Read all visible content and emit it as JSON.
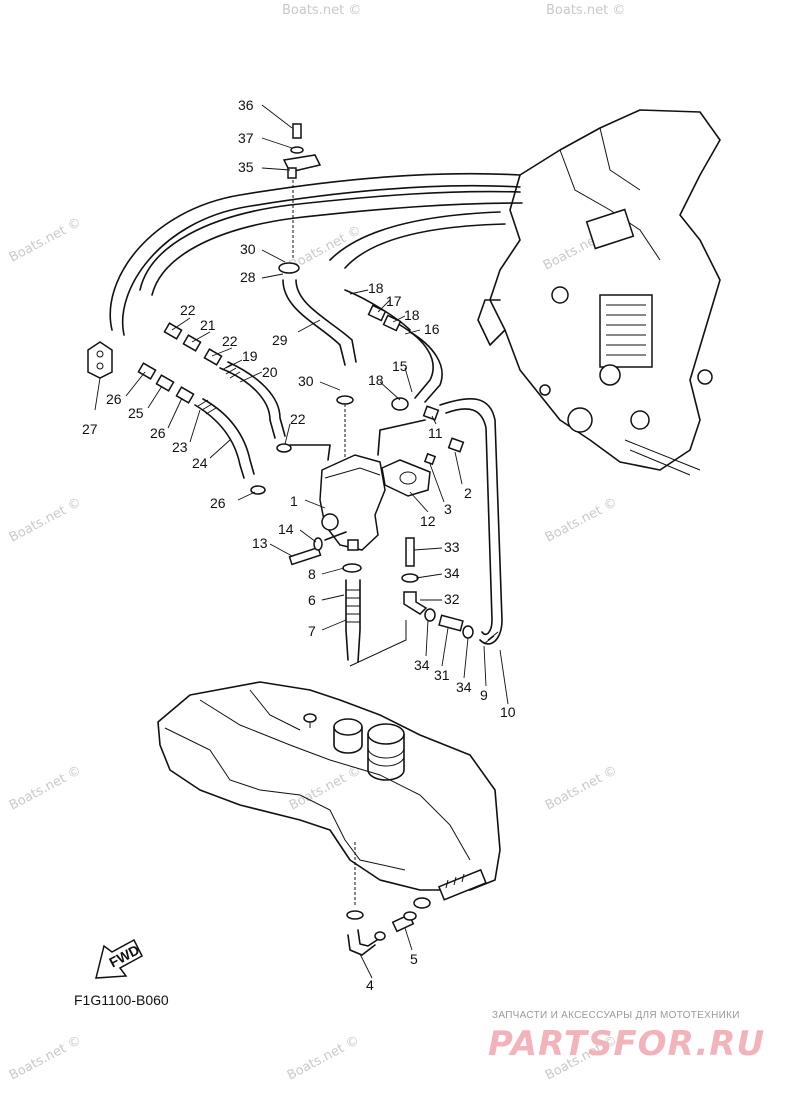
{
  "watermark_text": "Boats.net ©",
  "figure_code": "F1G1100-B060",
  "direction_label": "FWD",
  "brand": {
    "tagline": "ЗАПЧАСТИ И АКСЕССУАРЫ ДЛЯ МОТОТЕХНИКИ",
    "logo": "PARTSFOR.RU",
    "logo_color": "#f2b3bb"
  },
  "callouts": [
    "36",
    "37",
    "35",
    "30",
    "28",
    "22",
    "21",
    "22",
    "19",
    "20",
    "29",
    "18",
    "17",
    "18",
    "16",
    "15",
    "18",
    "30",
    "27",
    "26",
    "25",
    "26",
    "23",
    "24",
    "22",
    "11",
    "2",
    "3",
    "12",
    "1",
    "26",
    "14",
    "13",
    "33",
    "34",
    "8",
    "32",
    "6",
    "7",
    "34",
    "31",
    "34",
    "9",
    "10",
    "4",
    "5"
  ]
}
